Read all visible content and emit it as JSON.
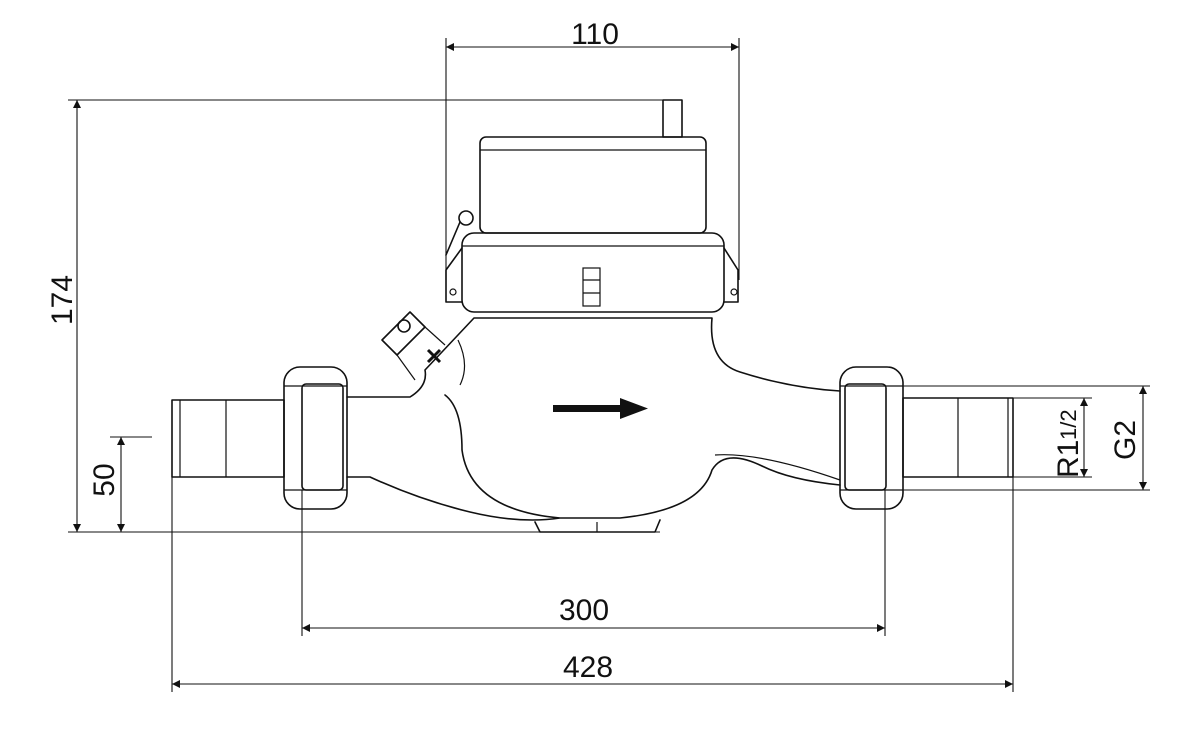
{
  "drawing": {
    "subject": "",
    "line_color": "#111111",
    "background": "#ffffff"
  },
  "dimensions": {
    "register_width": "110",
    "total_height": "174",
    "axis_height": "50",
    "body_length": "300",
    "overall_length": "428",
    "thread_r": "R1",
    "thread_r_fraction": "1/2",
    "thread_g": "G2"
  },
  "symbols": {
    "flow_arrow": "flow-direction-arrow-icon",
    "seal_mark": "seal-cross-icon"
  }
}
